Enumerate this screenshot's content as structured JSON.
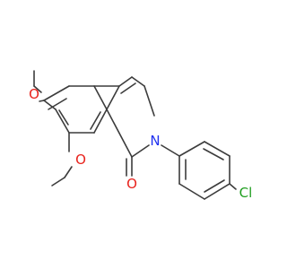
{
  "molecule": {
    "atoms": {
      "o_methoxy_6": "O",
      "o_methoxy_8": "O",
      "o_carbonyl": "O",
      "n_ring": "N",
      "cl": "Cl"
    },
    "colors": {
      "bond": "#3c3c3c",
      "oxygen": "#e8221c",
      "nitrogen": "#2132f0",
      "chlorine": "#1f9e1f"
    }
  }
}
